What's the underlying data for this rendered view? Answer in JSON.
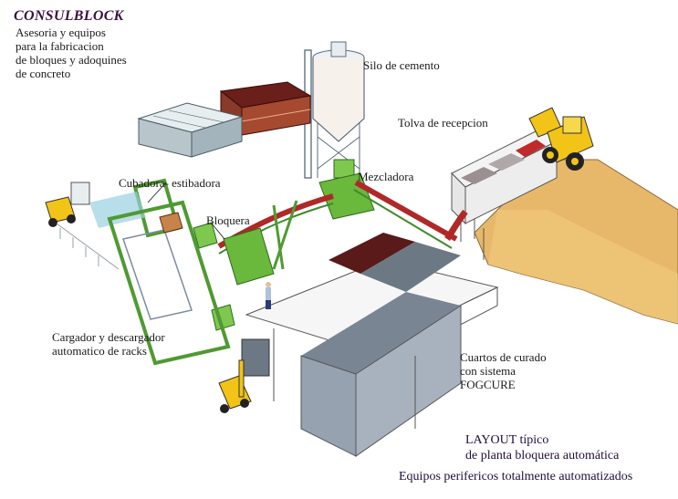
{
  "header": {
    "brand": "CONSULBLOCK",
    "intro_lines": [
      "Asesoria y equipos",
      "para la fabricacion",
      "de bloques y adoquines",
      "de concreto"
    ]
  },
  "labels": {
    "silo": "Silo de cemento",
    "tolva": "Tolva de recepcion",
    "mezcladora": "Mezcladora",
    "cubadora": "Cubadora- estibadora",
    "bloquera": "Bloquera",
    "cargador_line1": "Cargador y descargador",
    "cargador_line2": "automatico de racks",
    "cuartos_line1": "Cuartos de curado",
    "cuartos_line2": "con sistema",
    "cuartos_line3": "FOGCURE"
  },
  "caption": {
    "line1": "LAYOUT típico",
    "line2": "de planta bloquera automática",
    "line3": "Equipos perifericos totalmente automatizados"
  },
  "colors": {
    "machine_green": "#7ec850",
    "machine_dark_green": "#3f8a2a",
    "sand": "#e8b86a",
    "loader_yellow": "#f2c418",
    "conveyor_red": "#b02828",
    "block_dark": "#5a1a1a",
    "rack_grey": "#8c96a4",
    "brand_purple": "#3a1040"
  }
}
